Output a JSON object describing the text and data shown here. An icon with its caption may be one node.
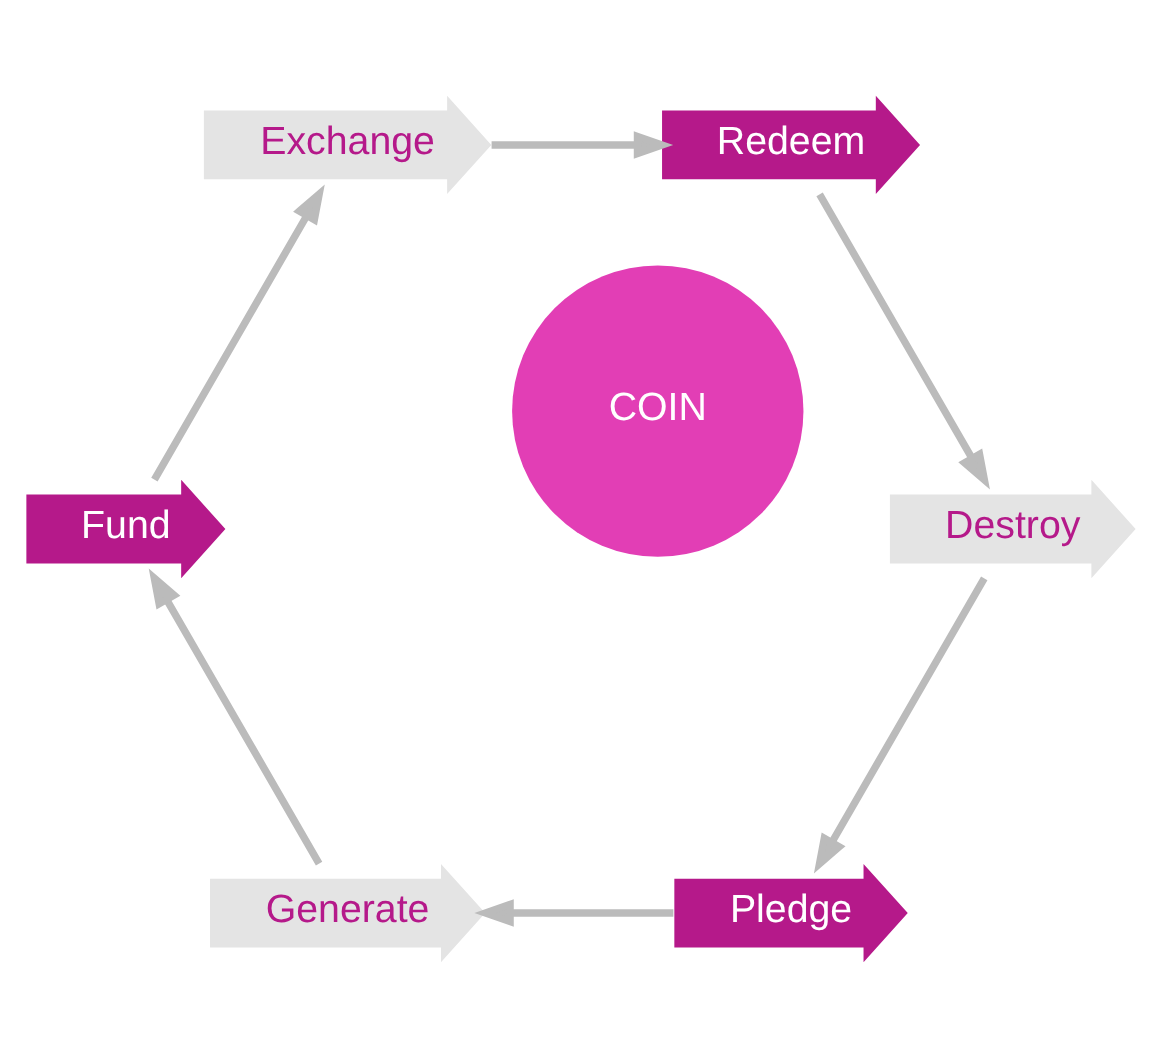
{
  "diagram": {
    "nodes": [
      {
        "text": [
          "COIN"
        ]
      },
      {
        "text": [
          "Pledge"
        ]
      },
      {
        "text": [
          "Generate"
        ]
      },
      {
        "text": [
          "Fund"
        ]
      },
      {
        "text": [
          "Exchange"
        ]
      },
      {
        "text": [
          "Redeem"
        ]
      },
      {
        "text": [
          "Destroy"
        ]
      }
    ],
    "edges": [
      {
        "from": 1,
        "to": 2,
        "arrow": "to"
      },
      {
        "from": 2,
        "to": 3,
        "arrow": "to"
      },
      {
        "from": 3,
        "to": 4,
        "arrow": "to"
      },
      {
        "from": 4,
        "to": 5,
        "arrow": "to"
      },
      {
        "from": 5,
        "to": 6,
        "arrow": "to"
      },
      {
        "from": 6,
        "to": 1,
        "arrow": "to"
      }
    ]
  }
}
